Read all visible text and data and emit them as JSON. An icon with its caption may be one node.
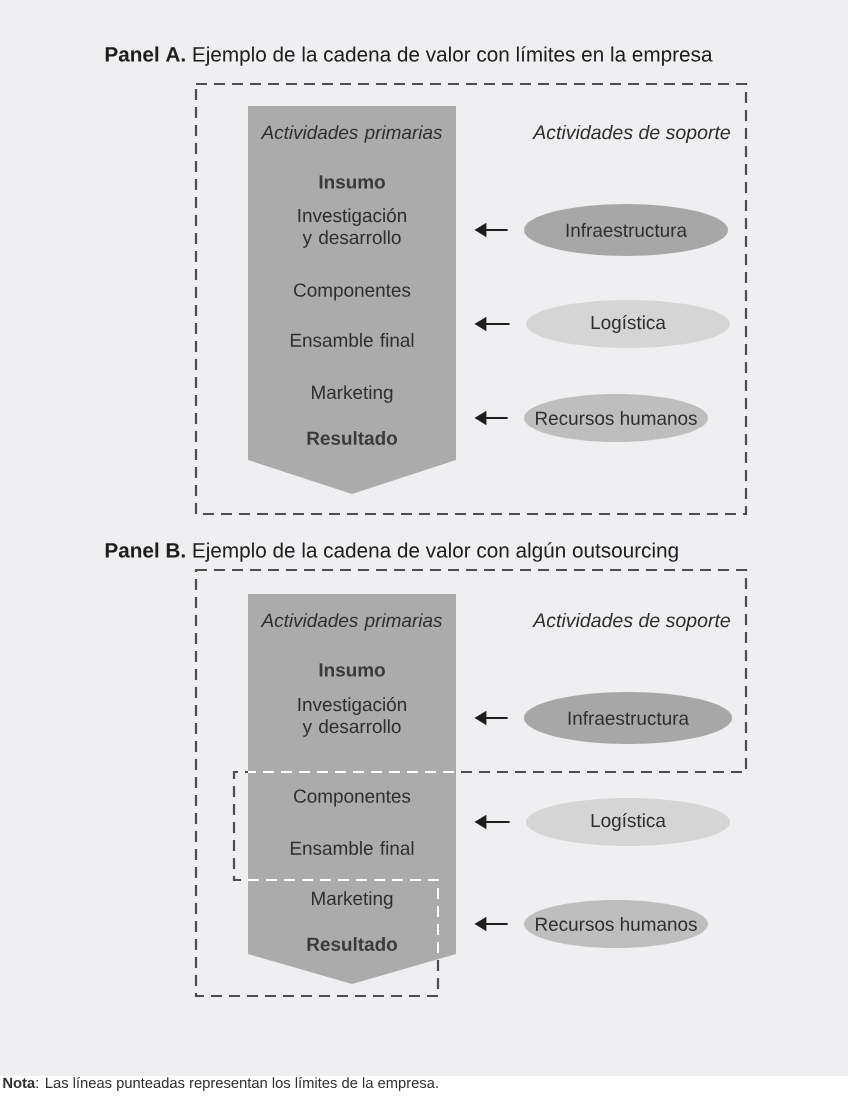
{
  "diagram": {
    "nodes": [
      {
        "text": [
          "**Panel A.** Ejemplo de la cadena de valor con límites en la empresa"
        ]
      },
      {
        "text": [
          "Actividades primarias",
          "Insumo",
          "Investigación y desarrollo",
          "Componentes",
          "Ensamble final",
          "Marketing",
          "Resultado"
        ],
        "in": 0
      },
      {
        "text": [
          "Infraestructura"
        ],
        "in": 0
      },
      {
        "text": [
          "Logística"
        ],
        "in": 0
      },
      {
        "text": [
          "Recursos humanos"
        ],
        "in": 0
      },
      {
        "text": [
          "**Panel B.** Ejemplo de la cadena de valor con algún outsourcing"
        ]
      },
      {
        "text": [
          "Actividades primarias",
          "Insumo",
          "Investigación y desarrollo",
          "Componentes",
          "Ensamble final",
          "Marketing",
          "Resultado"
        ]
      },
      {
        "text": [
          "Infraestructura"
        ],
        "in": 5
      },
      {
        "text": [
          "Logística"
        ]
      },
      {
        "text": [
          "Recursos humanos"
        ]
      }
    ],
    "edges": [
      {
        "from": 2,
        "to": 1,
        "arrow": "to"
      },
      {
        "from": 3,
        "to": 1,
        "arrow": "to"
      },
      {
        "from": 4,
        "to": 1,
        "arrow": "to"
      },
      {
        "from": 7,
        "to": 6,
        "arrow": "to"
      },
      {
        "from": 8,
        "to": 6,
        "arrow": "to"
      },
      {
        "from": 9,
        "to": 6,
        "arrow": "to"
      }
    ],
    "labels": [
      "Actividades de soporte",
      "Actividades de soporte",
      "**Nota**: Las líneas punteadas representan los límites de la empresa."
    ]
  }
}
